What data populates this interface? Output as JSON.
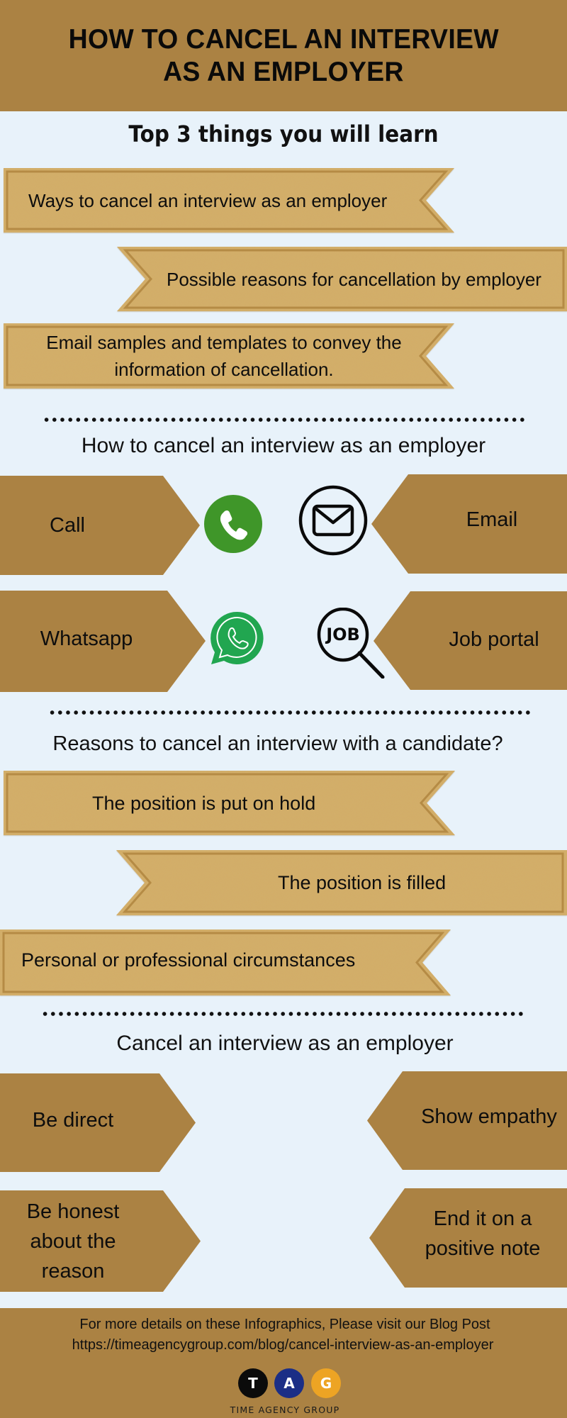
{
  "header": {
    "title_line1": "HOW TO CANCEL AN INTERVIEW",
    "title_line2": "AS AN EMPLOYER"
  },
  "learn": {
    "title": "Top 3 things you will learn",
    "items": [
      {
        "label": "Ways to cancel an interview as an employer"
      },
      {
        "label": "Possible reasons for cancellation by employer"
      },
      {
        "line1": "Email samples and templates to convey the",
        "line2": "information of cancellation."
      }
    ]
  },
  "methods": {
    "title": "How to cancel an interview as an employer",
    "items": [
      {
        "label": "Call",
        "icon": "phone-icon"
      },
      {
        "label": "Email",
        "icon": "envelope-icon"
      },
      {
        "label": "Whatsapp",
        "icon": "whatsapp-icon"
      },
      {
        "label": "Job portal",
        "icon": "job-search-icon",
        "icon_text": "JOB"
      }
    ]
  },
  "reasons": {
    "title": "Reasons to cancel an interview with a candidate?",
    "items": [
      {
        "label": "The position is put on hold"
      },
      {
        "label": "The position is filled"
      },
      {
        "label": "Personal or professional circumstances"
      }
    ]
  },
  "tips": {
    "title": "Cancel an interview as an employer",
    "items": [
      {
        "label": "Be direct"
      },
      {
        "label": "Show empathy"
      },
      {
        "line1": "Be honest",
        "line2": "about the",
        "line3": "reason"
      },
      {
        "line1": "End it on a",
        "line2": "positive note"
      }
    ]
  },
  "footer": {
    "line1": "For more details on these Infographics, Please visit our Blog Post",
    "line2": "https://timeagencygroup.com/blog/cancel-interview-as-an-employer",
    "logo": {
      "letters": [
        "T",
        "A",
        "G"
      ],
      "caption": "TIME AGENCY GROUP"
    }
  },
  "colors": {
    "header_bg": "#AB8243",
    "page_bg": "#E8F2FA",
    "kraft_fill": "#D4AE68",
    "kraft_border": "#B58B45",
    "tab_fill": "#AB8243",
    "phone_green": "#3F9629",
    "whatsapp_green": "#21A650",
    "logo_black": "#0B0B0B",
    "logo_blue": "#1B2E86",
    "logo_orange": "#EDA424"
  }
}
